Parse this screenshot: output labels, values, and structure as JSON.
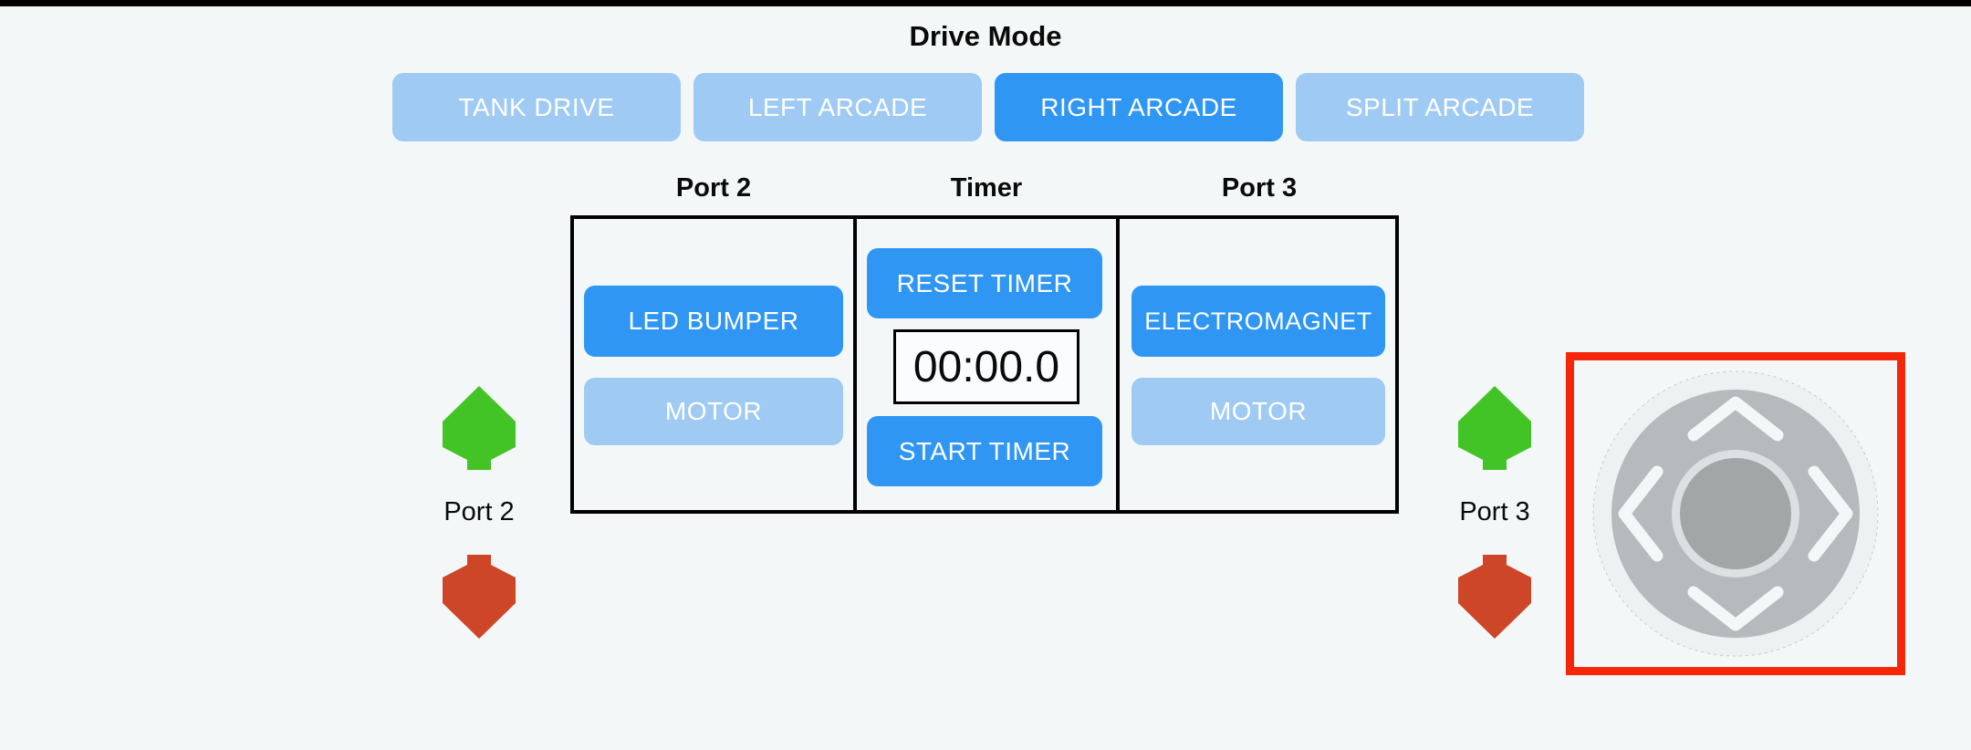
{
  "window": {
    "background": "#f3f7f8",
    "top_bar_color": "#000000"
  },
  "header": {
    "title": "Drive Mode"
  },
  "drive_modes": {
    "buttons": [
      {
        "label": "TANK DRIVE",
        "active": false
      },
      {
        "label": "LEFT ARCADE",
        "active": false
      },
      {
        "label": "RIGHT ARCADE",
        "active": true
      },
      {
        "label": "SPLIT ARCADE",
        "active": false
      }
    ]
  },
  "device_panel": {
    "columns": [
      {
        "header": "Port 2",
        "buttons": [
          {
            "label": "LED BUMPER",
            "active": true
          },
          {
            "label": "MOTOR",
            "active": false
          }
        ]
      },
      {
        "header": "Timer"
      },
      {
        "header": "Port 3",
        "buttons": [
          {
            "label": "ELECTROMAGNET",
            "active": true
          },
          {
            "label": "MOTOR",
            "active": false
          }
        ]
      }
    ]
  },
  "timer": {
    "reset_label": "RESET TIMER",
    "display_value": "00:00.0",
    "start_label": "START TIMER"
  },
  "port_indicators": {
    "left": {
      "label": "Port 2"
    },
    "right": {
      "label": "Port 3"
    }
  },
  "colors": {
    "button_active": "#2f96f3",
    "button_inactive": "#9fcaf4",
    "arrow_up_green": "#43c426",
    "arrow_down_red": "#cc4627",
    "joystick_highlight_border": "#f5270b",
    "joystick_base_gray": "#b7babc",
    "joystick_knob_gray": "#a2a6a7",
    "joystick_chevron": "#f4f7f8"
  }
}
